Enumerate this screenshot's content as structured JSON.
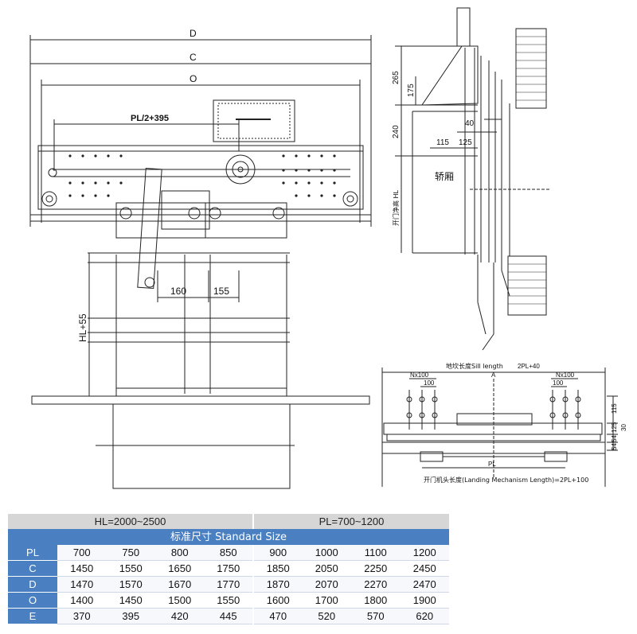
{
  "front_view": {
    "dim_D": "D",
    "dim_C": "C",
    "dim_O": "O",
    "dim_pl": "PL/2+395",
    "dim_160": "160",
    "dim_155": "155",
    "dim_hl": "HL+55"
  },
  "side_view": {
    "dim_265": "265",
    "dim_175": "175",
    "dim_240": "240",
    "dim_40": "40",
    "dim_115": "115",
    "dim_125": "125",
    "car_label": "轿厢",
    "opening_label": "开门净高  HL"
  },
  "plan_view": {
    "sill_label": "地坎长度Sill length",
    "pl_40": "2PL+40",
    "nx_left": "Nx100",
    "nx_right": "Nx100",
    "hundred_left": "100",
    "hundred_right": "100",
    "a_label": "A",
    "pl_label": "PL",
    "landing_label": "开门机头长度(Landing Mechanism Length)=2PL+100",
    "r_115": "115",
    "r_125": "125",
    "r_54a": "54",
    "r_30": "30",
    "r_54b": "54"
  },
  "table": {
    "hl_range": "HL=2000~2500",
    "pl_range": "PL=700~1200",
    "title": "标准尺寸 Standard Size",
    "rows": [
      {
        "label": "PL",
        "values": [
          "700",
          "750",
          "800",
          "850",
          "900",
          "1000",
          "1100",
          "1200"
        ]
      },
      {
        "label": "C",
        "values": [
          "1450",
          "1550",
          "1650",
          "1750",
          "1850",
          "2050",
          "2250",
          "2450"
        ]
      },
      {
        "label": "D",
        "values": [
          "1470",
          "1570",
          "1670",
          "1770",
          "1870",
          "2070",
          "2270",
          "2470"
        ]
      },
      {
        "label": "O",
        "values": [
          "1400",
          "1450",
          "1500",
          "1550",
          "1600",
          "1700",
          "1800",
          "1900"
        ]
      },
      {
        "label": "E",
        "values": [
          "370",
          "395",
          "420",
          "445",
          "470",
          "520",
          "570",
          "620"
        ]
      }
    ]
  },
  "colors": {
    "header_blue": "#4a7fc1",
    "header_grey": "#d6d6d6",
    "line": "#222222"
  }
}
